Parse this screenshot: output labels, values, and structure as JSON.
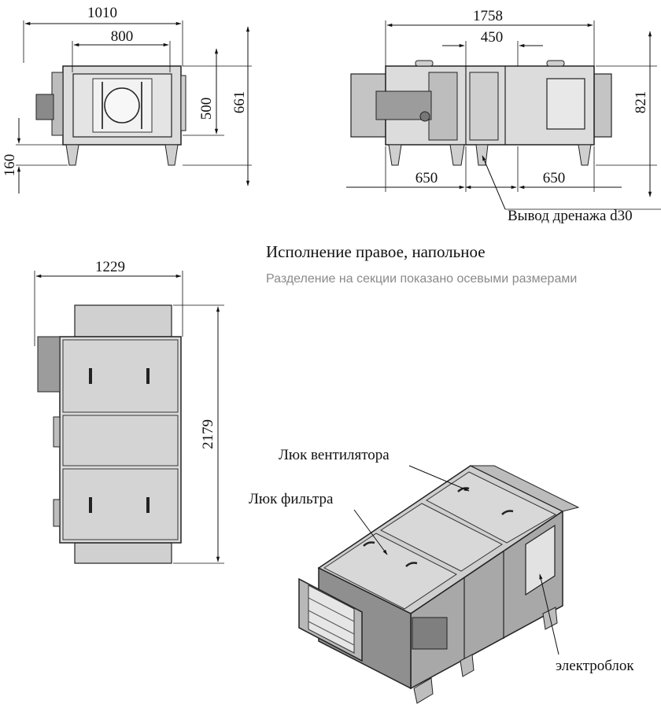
{
  "heading": "Исполнение правое, напольное",
  "note": "Разделение на секции показано осевыми размерами",
  "dimensions": {
    "front_width": "1010",
    "front_inner": "800",
    "front_height": "661",
    "front_opening": "500",
    "front_leg": "160",
    "side_length": "1758",
    "side_section": "450",
    "side_height": "821",
    "side_left": "650",
    "side_right": "650",
    "top_width": "1229",
    "top_length": "2179"
  },
  "labels": {
    "drain": "Вывод дренажа d30",
    "fan_hatch": "Люк вентилятора",
    "filter_hatch": "Люк фильтра",
    "electrical": "электроблок"
  },
  "colors": {
    "panel": "#d6d6d6",
    "panel_dark": "#9a9a9a",
    "line": "#222222",
    "note": "#8a8a8a"
  }
}
